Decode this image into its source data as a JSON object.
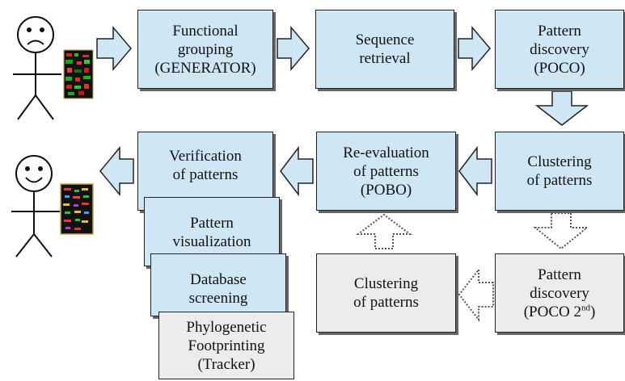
{
  "steps": {
    "functional_grouping": [
      "Functional",
      "grouping",
      "(GENERATOR)"
    ],
    "sequence_retrieval": [
      "Sequence",
      "retrieval"
    ],
    "pattern_discovery": [
      "Pattern",
      "discovery",
      "(POCO)"
    ],
    "clustering": [
      "Clustering",
      "of patterns"
    ],
    "reevaluation": [
      "Re-evaluation",
      "of patterns",
      "(POBO)"
    ],
    "verification": [
      "Verification",
      "of patterns"
    ],
    "visualization": [
      "Pattern",
      "visualization"
    ],
    "database_screening": [
      "Database",
      "screening"
    ],
    "phylogenetic": [
      "Phylogenetic",
      "Footprinting",
      "(Tracker)"
    ],
    "clustering_optional": [
      "Clustering",
      "of patterns"
    ],
    "pattern_discovery_second": [
      "Pattern",
      "discovery"
    ],
    "poco_second": {
      "prefix": "(POCO 2",
      "sup": "nd",
      "suffix": ")"
    }
  },
  "figures": {
    "start": {
      "mood": "sad",
      "icon": "stick-figure-sad-icon"
    },
    "end": {
      "mood": "happy",
      "icon": "stick-figure-happy-icon"
    }
  },
  "colors": {
    "box_blue": "#cfe6f5",
    "box_grey": "#ececec",
    "outline": "#222222"
  }
}
